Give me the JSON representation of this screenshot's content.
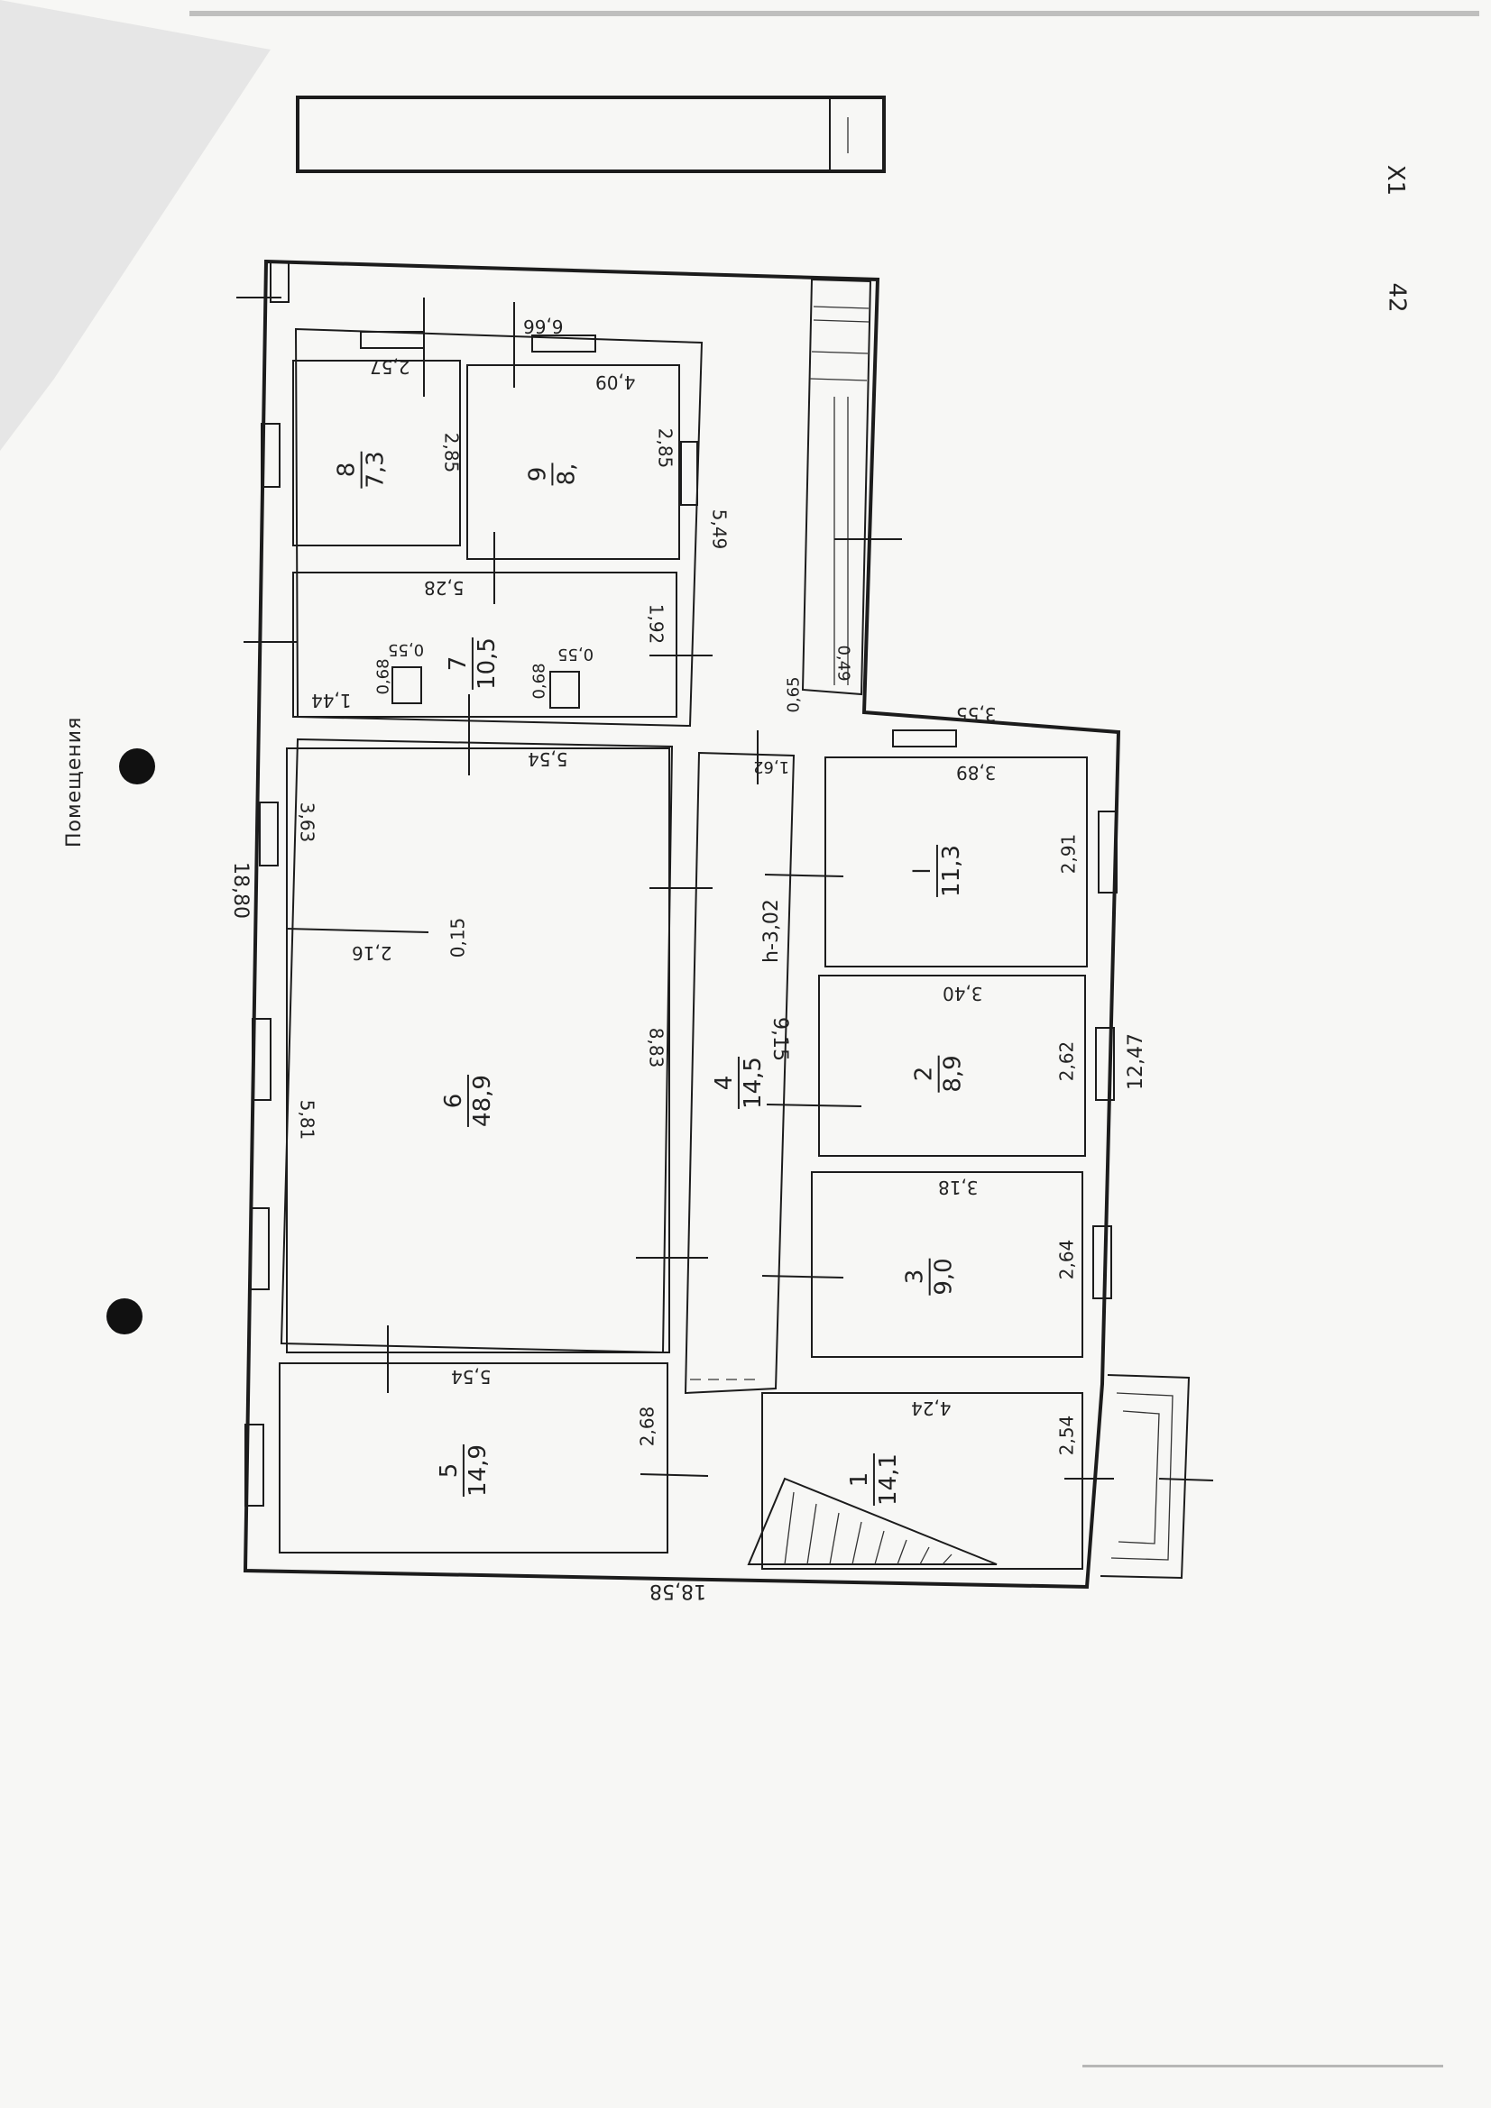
{
  "page": {
    "corner_mark_1": "Х1",
    "corner_mark_2": "42",
    "side_caption": "Помещения",
    "colors": {
      "ink": "#1c1c1c",
      "paper": "#f7f7f5",
      "hole_punch": "#111111"
    }
  },
  "plan": {
    "overall_length": "18,58",
    "overall_width": "12,47",
    "left_wall_length": "18,80",
    "corridor_height": "h-3,02",
    "corridor_length": "9,15",
    "rooms": [
      {
        "id": "1",
        "number": "1",
        "area": "14,1",
        "dims": [
          "4,24",
          "2,54"
        ]
      },
      {
        "id": "2",
        "number": "2",
        "area": "8,9",
        "dims": [
          "3,40",
          "2,62"
        ]
      },
      {
        "id": "3",
        "number": "3",
        "area": "9,0",
        "dims": [
          "3,18",
          "2,64"
        ]
      },
      {
        "id": "4",
        "number": "4",
        "area": "14,5",
        "dims": []
      },
      {
        "id": "5",
        "number": "5",
        "area": "14,9",
        "dims": [
          "5,54",
          "2,68"
        ]
      },
      {
        "id": "6",
        "number": "6",
        "area": "48,9",
        "dims": [
          "8,83",
          "5,81",
          "2,16",
          "3,63",
          "0,15"
        ]
      },
      {
        "id": "7",
        "number": "7",
        "area": "10,5",
        "dims": [
          "5,54",
          "1,92",
          "5,28",
          "1,44",
          "0,68",
          "0,55",
          "0,68",
          "0,55"
        ]
      },
      {
        "id": "8",
        "number": "8",
        "area": "7,3",
        "dims": [
          "2,57",
          "2,85"
        ]
      },
      {
        "id": "9",
        "number": "9",
        "area": "8,",
        "dims": [
          "4,09",
          "2,85"
        ]
      },
      {
        "id": "l",
        "number": "l",
        "area": "11,3",
        "dims": [
          "3,89",
          "2,91"
        ]
      }
    ],
    "other_dims": {
      "top_total": "6,66",
      "right_upper": "5,49",
      "porch_small_1": "0,65",
      "porch_small_2": "0,49",
      "right_top_width": "3,55",
      "corridor_gap": "1,62"
    }
  }
}
